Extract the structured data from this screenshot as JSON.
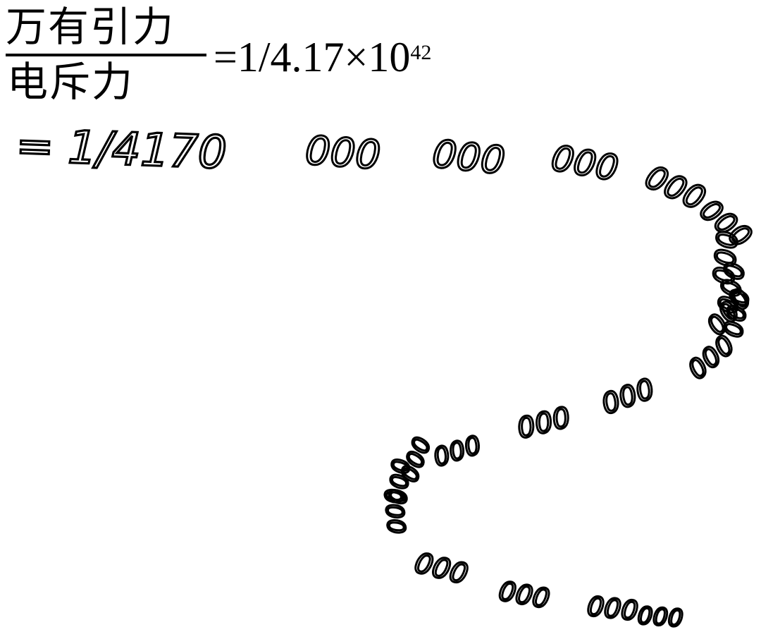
{
  "formula": {
    "numerator": "万有引力",
    "denominator": "电斥力",
    "rhs_prefix": "=1/4.17×10",
    "rhs_exponent": "42"
  },
  "handwriting": {
    "line_start": "= 1/4170",
    "zero_groups": [
      "000",
      "000",
      "000",
      "000",
      "000",
      "000",
      "000",
      "000",
      "000",
      "000",
      "000",
      "000",
      "000",
      "000",
      "000",
      "000",
      "000",
      "000",
      "000",
      "000"
    ]
  }
}
